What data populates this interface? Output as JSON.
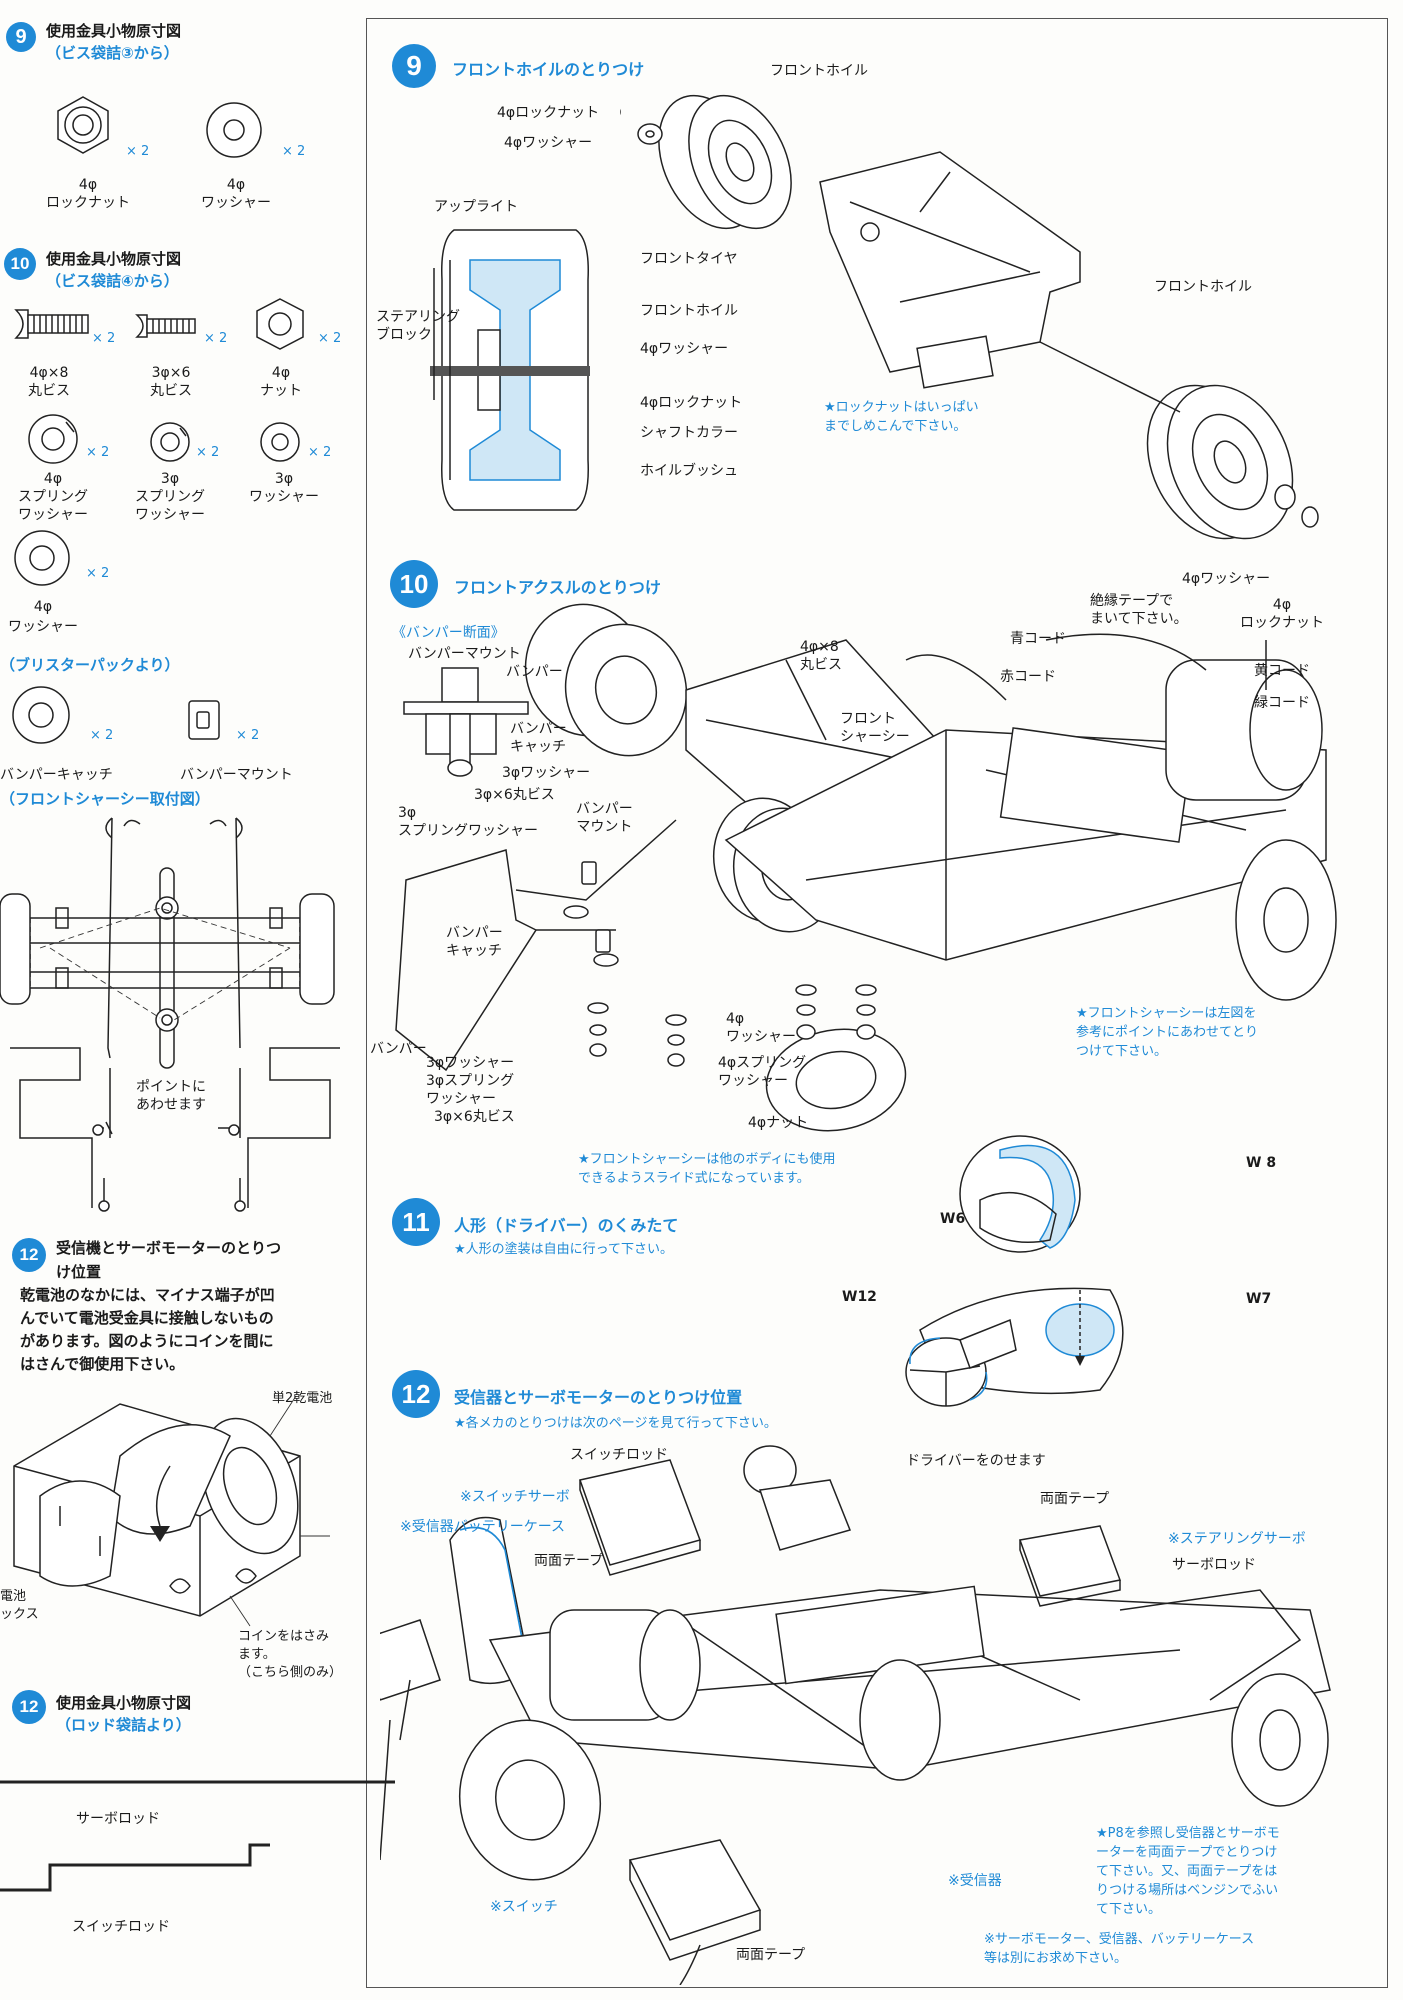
{
  "left": {
    "s9_num": "9",
    "s9_title": "使用金具小物原寸図",
    "s9_sub": "（ビス袋詰③から）",
    "s9_items": [
      {
        "size": "4φ",
        "name": "ロックナット",
        "qty": "× 2"
      },
      {
        "size": "4φ",
        "name": "ワッシャー",
        "qty": "× 2"
      }
    ],
    "s10_num": "10",
    "s10_title": "使用金具小物原寸図",
    "s10_sub": "（ビス袋詰④から）",
    "s10_items": [
      {
        "size": "4φ×8",
        "name": "丸ビス",
        "qty": "× 2"
      },
      {
        "size": "3φ×6",
        "name": "丸ビス",
        "qty": "× 2"
      },
      {
        "size": "4φ",
        "name": "ナット",
        "qty": "× 2"
      },
      {
        "size": "4φ",
        "name": "スプリング",
        "name2": "ワッシャー",
        "qty": "× 2"
      },
      {
        "size": "3φ",
        "name": "スプリング",
        "name2": "ワッシャー",
        "qty": "× 2"
      },
      {
        "size": "3φ",
        "name": "ワッシャー",
        "qty": "× 2"
      },
      {
        "size": "4φ",
        "name": "ワッシャー",
        "qty": "× 2"
      }
    ],
    "blister_title": "（ブリスターパックより）",
    "blister_items": [
      {
        "name": "バンパーキャッチ",
        "qty": "× 2"
      },
      {
        "name": "バンパーマウント",
        "qty": "× 2"
      }
    ],
    "front_chassis_title": "（フロントシャーシー取付図）",
    "point_label": "ポイントに\nあわせます",
    "s12_num": "12",
    "s12_title": "受信機とサーボモーターのとりつ\nけ位置",
    "s12_para": "乾電池のなかには、マイナス端子が凹\nんでいて電池受金具に接触しないもの\nがあります。図のようにコインを間に\nはさんで御使用下さい。",
    "battery_label": "単2乾電池",
    "battery_box_label": "電池\nックス",
    "coin_label": "コインをはさみ\nます。\n（こちら側のみ）",
    "s12b_num": "12",
    "s12b_title": "使用金具小物原寸図",
    "s12b_sub": "（ロッド袋詰より）",
    "servo_rod": "サーボロッド",
    "switch_rod": "スイッチロッド"
  },
  "step9": {
    "num": "9",
    "title": "フロントホイルのとりつけ",
    "labels": {
      "front_wheel_top": "フロントホイル",
      "lock_nut": "4φロックナット",
      "washer": "4φワッシャー",
      "upright": "アップライト",
      "front_tire": "フロントタイヤ",
      "steering_block": "ステアリング\nブロック",
      "front_wheel_x": "フロントホイル",
      "washer_x": "4φワッシャー",
      "lock_nut_x": "4φロックナット",
      "shaft_collar": "シャフトカラー",
      "wheel_bush": "ホイルブッシュ",
      "front_wheel_right": "フロントホイル",
      "washer_bottom": "4φワッシャー",
      "lock_nut_bottom": "4φ\nロックナット"
    },
    "note": "★ロックナットはいっぱい\nまでしめこんで下さい。"
  },
  "step10": {
    "num": "10",
    "title": "フロントアクスルのとりつけ",
    "bumper_section": "《バンパー断面》",
    "labels": {
      "bumper_mount": "バンパーマウント",
      "bumper": "バンパー",
      "bumper_catch": "バンパー\nキャッチ",
      "washer3": "3φワッシャー",
      "screw3x6": "3φ×6丸ビス",
      "spring3": "3φ\nスプリングワッシャー",
      "screw4x8": "4φ×8\n丸ビス",
      "front_chassis": "フロント\nシャーシー",
      "insulation": "絶縁テープで\nまいて下さい。",
      "blue_cord": "青コード",
      "red_cord": "赤コード",
      "yellow_cord": "黄コード",
      "green_cord": "緑コード",
      "bumper_mount2": "バンパー\nマウント",
      "bumper_catch2": "バンパー\nキャッチ",
      "bumper2": "バンパー",
      "washer3b": "3φワッシャー",
      "spring3b": "3φスプリング\nワッシャー",
      "screw3x6b": "3φ×6丸ビス",
      "washer4": "4φ\nワッシャー",
      "spring4": "4φスプリング\nワッシャー",
      "nut4": "4φナット"
    },
    "note1": "★フロントシャーシーは左図を\n参考にポイントにあわせてとり\nつけて下さい。",
    "note2": "★フロントシャーシーは他のボディにも使用\nできるようスライド式になっています。"
  },
  "step11": {
    "num": "11",
    "title": "人形（ドライバー）のくみたて",
    "note": "★人形の塗装は自由に行って下さい。",
    "labels": {
      "w8": "W 8",
      "w6": "W6",
      "w12": "W12",
      "w7": "W7"
    }
  },
  "step12": {
    "num": "12",
    "title": "受信器とサーボモーターのとりつけ位置",
    "note": "★各メカのとりつけは次のページを見て行って下さい。",
    "labels": {
      "switch_rod": "スイッチロッド",
      "driver": "ドライバーをのせます",
      "switch_servo": "※スイッチサーボ",
      "receiver_battery": "※受信器バッテリーケース",
      "double_tape1": "両面テープ",
      "double_tape2": "両面テープ",
      "steering_servo": "※ステアリングサーボ",
      "servo_rod": "サーボロッド",
      "receiver": "※受信器",
      "switch": "※スイッチ",
      "double_tape3": "両面テープ"
    },
    "note1": "★P8を参照し受信器とサーボモ\nーターを両面テープでとりつけ\nて下さい。又、両面テープをは\nりつける場所はベンジンでふい\nて下さい。",
    "note2": "※サーボモーター、受信器、バッテリーケース\n等は別にお求め下さい。"
  }
}
